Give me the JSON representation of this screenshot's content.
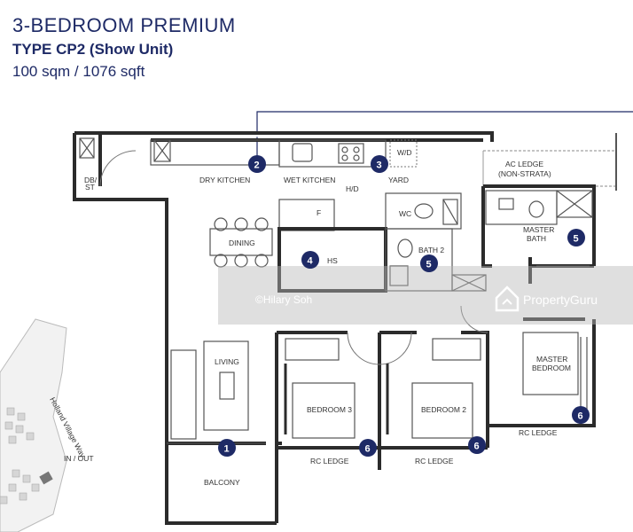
{
  "header": {
    "title": "3-BEDROOM PREMIUM",
    "subtitle": "TYPE CP2 (Show Unit)",
    "area": "100 sqm / 1076 sqft"
  },
  "rooms": {
    "dry_kitchen": "DRY KITCHEN",
    "wet_kitchen": "WET KITCHEN",
    "yard": "YARD",
    "wd": "W/D",
    "ac_ledge": "AC LEDGE",
    "non_strata": "(NON-STRATA)",
    "db_st_1": "DB/",
    "db_st_2": "ST",
    "wc": "WC",
    "master_bath_1": "MASTER",
    "master_bath_2": "BATH",
    "dining": "DINING",
    "hs": "HS",
    "bath2": "BATH 2",
    "master_bedroom_1": "MASTER",
    "master_bedroom_2": "BEDROOM",
    "living": "LIVING",
    "bedroom3": "BEDROOM 3",
    "bedroom2": "BEDROOM 2",
    "balcony": "BALCONY",
    "rc_ledge": "RC LEDGE",
    "fridge": "F",
    "hdo": "H/D"
  },
  "markers": [
    "1",
    "2",
    "3",
    "4",
    "5",
    "5",
    "6",
    "6",
    "6"
  ],
  "watermarks": {
    "agent": "©Hilary Soh",
    "brand": "PropertyGuru"
  },
  "site_map": {
    "road": "Holland Village Way",
    "in_out": "IN / OUT"
  }
}
